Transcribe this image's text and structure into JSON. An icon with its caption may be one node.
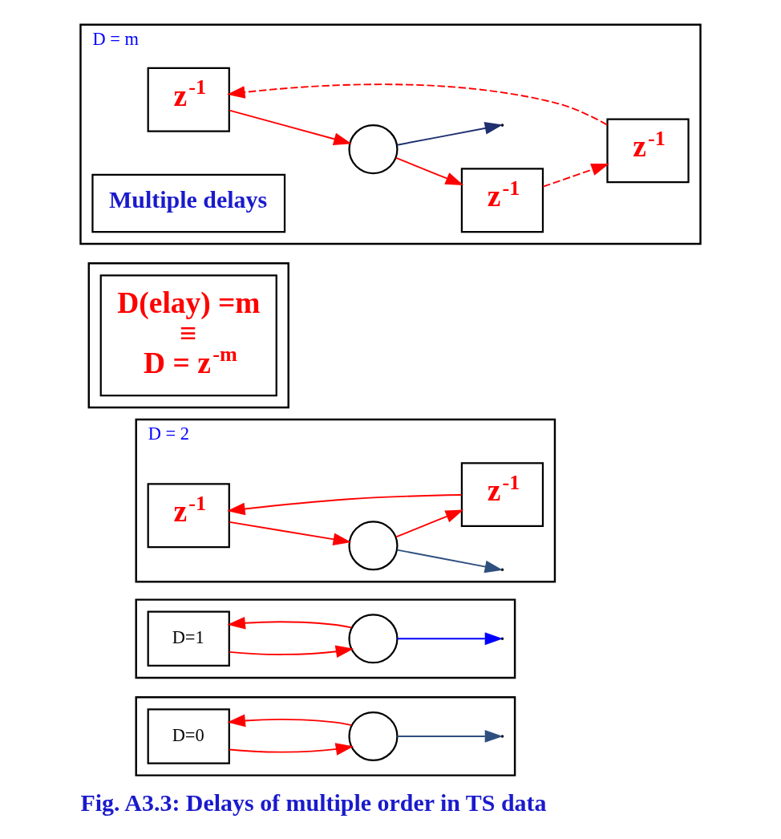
{
  "diagram": {
    "caption": "Fig. A3.3: Delays of multiple order in TS data",
    "nodes": [
      {
        "text": [],
        "shape": "box"
      },
      {
        "text": [
          "D=0"
        ],
        "in": 0
      },
      {
        "text": [],
        "shape": "circle",
        "in": 0
      },
      {
        "text": [],
        "shape": "box"
      },
      {
        "text": [
          "D=1"
        ],
        "in": 3
      },
      {
        "text": [],
        "shape": "circle",
        "in": 3
      },
      {
        "text": [
          "D = 2"
        ]
      },
      {
        "text": [
          "z$^{-1}$"
        ],
        "in": 6
      },
      {
        "text": [
          "z$^{-1}$"
        ],
        "in": 6
      },
      {
        "text": [],
        "shape": "circle",
        "in": 6
      },
      {
        "text": [],
        "shape": "box"
      },
      {
        "text": [
          "D(elay) =m",
          "≡",
          "D = z$^{-m}$"
        ],
        "in": 10
      },
      {
        "text": [
          "D = m"
        ]
      },
      {
        "text": [
          "z$^{-1}$"
        ],
        "in": 12
      },
      {
        "text": [
          "z$^{-1}$"
        ],
        "in": 12
      },
      {
        "text": [
          "z$^{-1}$"
        ],
        "in": 12
      },
      {
        "text": [],
        "shape": "circle",
        "in": 12
      },
      {
        "text": [
          "Multiple delays"
        ],
        "in": 12
      }
    ],
    "edges": [
      {
        "from": 1,
        "to": 2,
        "arrow": "to"
      },
      {
        "from": 2,
        "to": null,
        "arrow": "to",
        "color": "#2f4f7f"
      },
      {
        "from": 2,
        "to": 1,
        "arrow": "to"
      },
      {
        "from": 4,
        "to": 5,
        "arrow": "to"
      },
      {
        "from": 5,
        "to": null,
        "arrow": "to",
        "color": "#0000ff"
      },
      {
        "from": 5,
        "to": 4,
        "arrow": "to"
      },
      {
        "from": 7,
        "to": 9,
        "arrow": "to"
      },
      {
        "from": 8,
        "to": 7,
        "arrow": "to"
      },
      {
        "from": 9,
        "to": null,
        "arrow": "to",
        "color": "#2f4f7f"
      },
      {
        "from": 9,
        "to": 8,
        "arrow": "to"
      },
      {
        "from": 13,
        "to": 16,
        "arrow": "to"
      },
      {
        "from": 14,
        "to": 13,
        "arrow": "to",
        "style": "dashed"
      },
      {
        "from": 15,
        "to": 14,
        "arrow": "to",
        "style": "dashed"
      },
      {
        "from": 16,
        "to": null,
        "arrow": "to",
        "color": "#1f2f6f"
      },
      {
        "from": 16,
        "to": 15,
        "arrow": "to"
      }
    ]
  }
}
